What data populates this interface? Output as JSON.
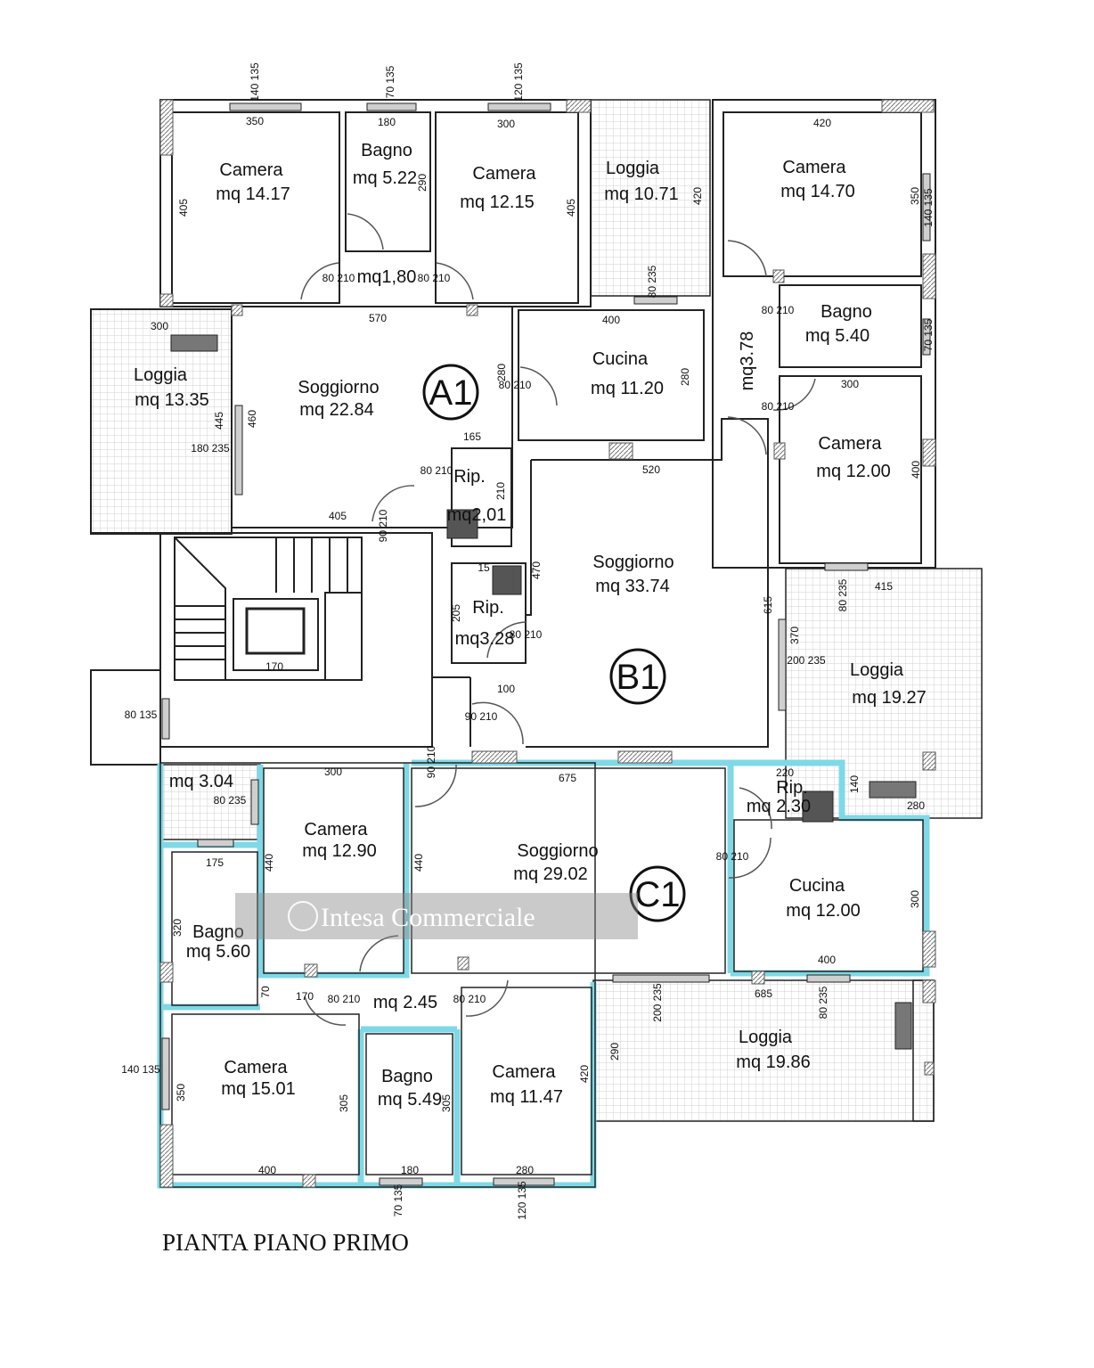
{
  "plan_title": "PIANTA PIANO PRIMO",
  "watermark": "Intesa Commerciale",
  "colors": {
    "wall": "#222222",
    "blue_wall": "#7fd8e6",
    "loggia_tile": "#e6e6e6",
    "window": "#bdbdbd"
  },
  "units": {
    "a1": "A1",
    "b1": "B1",
    "c1": "C1"
  },
  "rooms": {
    "a1_camera1": {
      "name": "Camera",
      "area": "mq 14.17"
    },
    "a1_bagno": {
      "name": "Bagno",
      "area": "mq 5.22"
    },
    "a1_camera2": {
      "name": "Camera",
      "area": "mq 12.15"
    },
    "a1_hall": {
      "area": "mq1,80"
    },
    "a1_loggia": {
      "name": "Loggia",
      "area": "mq 13.35"
    },
    "a1_soggiorno": {
      "name": "Soggiorno",
      "area": "mq 22.84"
    },
    "a1_cucina": {
      "name": "Cucina",
      "area": "mq 11.20"
    },
    "a1_rip": {
      "name": "Rip.",
      "area": "mq2,01"
    },
    "top_loggia": {
      "name": "Loggia",
      "area": "mq 10.71"
    },
    "b1_camera1": {
      "name": "Camera",
      "area": "mq 14.70"
    },
    "b1_bagno": {
      "name": "Bagno",
      "area": "mq 5.40"
    },
    "b1_corridor": {
      "area": "mq3.78"
    },
    "b1_camera2": {
      "name": "Camera",
      "area": "mq 12.00"
    },
    "b1_soggiorno": {
      "name": "Soggiorno",
      "area": "mq 33.74"
    },
    "b1_rip": {
      "name": "Rip.",
      "area": "mq3.28"
    },
    "b1_loggia": {
      "name": "Loggia",
      "area": "mq 19.27"
    },
    "c1_small_loggia": {
      "area": "mq 3.04"
    },
    "c1_camera1": {
      "name": "Camera",
      "area": "mq 12.90"
    },
    "c1_soggiorno": {
      "name": "Soggiorno",
      "area": "mq 29.02"
    },
    "c1_rip": {
      "name": "Rip.",
      "area": "mq 2.30"
    },
    "c1_cucina": {
      "name": "Cucina",
      "area": "mq 12.00"
    },
    "c1_bagno1": {
      "name": "Bagno",
      "area": "mq 5.60"
    },
    "c1_hall": {
      "area": "mq 2.45"
    },
    "c1_camera2": {
      "name": "Camera",
      "area": "mq 15.01"
    },
    "c1_bagno2": {
      "name": "Bagno",
      "area": "mq 5.49"
    },
    "c1_camera3": {
      "name": "Camera",
      "area": "mq 11.47"
    },
    "c1_loggia": {
      "name": "Loggia",
      "area": "mq 19.86"
    }
  },
  "dims": {
    "d350a": "350",
    "d180a": "180",
    "d300a": "300",
    "d420a": "420",
    "d405a": "405",
    "d290a": "290",
    "d405b": "405",
    "d420b": "420",
    "d350b": "350",
    "d80_210": "80\n210",
    "d570": "570",
    "d300b": "300",
    "d400a": "400",
    "d280a": "280",
    "d280b": "280",
    "d445": "445",
    "d460": "460",
    "d165": "165",
    "d405c": "405",
    "d520": "520",
    "d210": "210",
    "d300c": "300",
    "d400b": "400",
    "d415": "415",
    "d615": "615",
    "d370": "370",
    "d470": "470",
    "d205": "205",
    "d100": "100",
    "d170a": "170",
    "d300d": "300",
    "d675": "675",
    "d220": "220",
    "d140": "140",
    "d280c": "280",
    "d175": "175",
    "d440a": "440",
    "d440b": "440",
    "d320": "320",
    "d70": "70",
    "d170b": "170",
    "d300e": "300",
    "d400c": "400",
    "d685": "685",
    "d290b": "290",
    "d350c": "350",
    "d305a": "305",
    "d305b": "305",
    "d420c": "420",
    "d400d": "400",
    "d180b": "180",
    "d280d": "280",
    "w140_135": "140 135",
    "w70_135": "70 135",
    "w120_135": "120 135",
    "w80_235": "80 235",
    "w180_235": "180 235",
    "w200_235": "200 235",
    "w80_135": "80 135",
    "d90_210": "90 210",
    "d80_210b": "80 210",
    "d15": "15"
  }
}
